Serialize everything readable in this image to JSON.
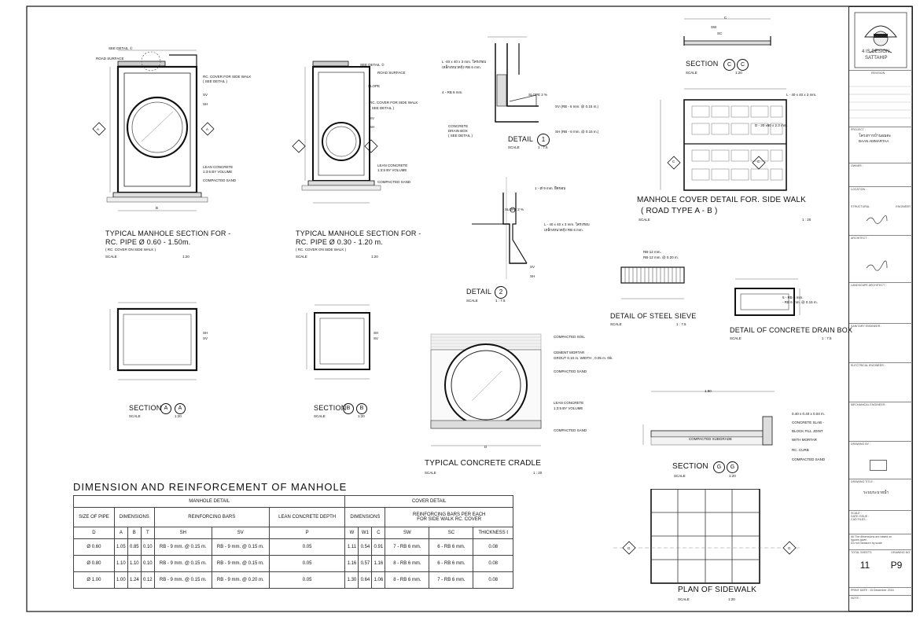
{
  "typical1": {
    "t1": "TYPICAL MANHOLE SECTION FOR -",
    "t2": "RC. PIPE Ø 0.60 - 1.50m.",
    "sub": "( RC. COVER ON SIDE WALK )",
    "scale": "SCALE",
    "ratio": "1:20"
  },
  "typical2": {
    "t1": "TYPICAL MANHOLE SECTION FOR -",
    "t2": "RC. PIPE Ø 0.30 - 1.20 m.",
    "sub": "( RC. COVER ON SIDE WALK )",
    "scale": "SCALE",
    "ratio": "1:20"
  },
  "m1_notes": {
    "see_detail": "SEE DETAIL ①",
    "road_surface": "ROAD SURFACE",
    "cover": "RC. COVER FOR SIDE WALK",
    "see_detail2": "( SEE DETAIL )",
    "sv": "SV",
    "sh": "SH",
    "lean": "LEAN CONCRETE",
    "vol": "1:3:6 BY VOLUME",
    "compacted": "COMPACTED SAND",
    "label_a": "A",
    "label_b": "B",
    "label_t": "T"
  },
  "m2_notes": {
    "see_detail": "SEE DETAIL ②",
    "road_surface": "ROAD SURFACE",
    "slope": "SLOPE",
    "cover": "RC. COVER FOR SIDE WALK",
    "see_detail2": "( SEE DETAIL )",
    "sv": "SV",
    "sh": "SH",
    "lean": "LEAN CONCRETE",
    "vol": "1:3:5 BY VOLUME",
    "compacted": "COMPACTED SAND"
  },
  "detail1": {
    "title": "DETAIL",
    "num": "1",
    "scale": "SCALE",
    "ratio": "1 : 7.5",
    "angle": "L -40 x 40 x 3 mm. โครงรอบ",
    "rebar": "เหล็กงหนวดกุ้ง RB 6 mm.",
    "rb": "4 - RB 6 mm.",
    "slope": "SLOPE 2 %",
    "sv": "SV (RB - 6 mm. @ 0.15 m.)",
    "sh": "SH (RB - 6 mm. @ 0.15 m.)",
    "drain": "CONCRETE",
    "drain2": "DRAIN BOX",
    "drain3": "( SEE DETAIL )"
  },
  "detail2": {
    "title": "DETAIL",
    "num": "2",
    "scale": "SCALE",
    "ratio": "1 : 7.5",
    "bar": "1 - Ø 9 mm. ยึดขอบ",
    "slope": "SLOPE 2 %",
    "angle": "L - 40 x 40 x 3 mm. โครงรอบ",
    "rebar": "เหล็กงหนวดกุ้ง RB 6 mm.",
    "sv": "SV",
    "sh": "SH"
  },
  "sectionC": {
    "title": "SECTION",
    "label": "C",
    "scale": "SCALE",
    "ratio": "1:20",
    "sw": "SW",
    "sc": "SC",
    "c": "C"
  },
  "cover": {
    "title1": "MANHOLE COVER DETAIL FOR. SIDE WALK",
    "title2": "( ROAD TYPE A - B )",
    "scale": "SCALE",
    "ratio": "1 : 20",
    "angle": "L - 40 x 40 x 3 mm.",
    "plate": "D - 30 x60 x 2.3 mm.",
    "c": "C"
  },
  "sieve": {
    "title": "DETAIL OF STEEL SIEVE",
    "scale": "SCALE",
    "ratio": "1 : 7.5",
    "rb1": "RB-12 mm.",
    "rb2": "RB-12 mm. @ 0.20 m."
  },
  "drainbox": {
    "title": "DETAIL  OF CONCRETE DRAIN BOX",
    "scale": "SCALE",
    "ratio": "1 : 7.5",
    "rb1": "5 - RB 6 mm.",
    "rb2": "- RB 6 mm. @ 0.15 m."
  },
  "secA": {
    "title": "SECTION",
    "label": "A",
    "scale": "SCALE",
    "ratio": "1:20",
    "sh": "SH",
    "sv": "SV"
  },
  "secB": {
    "title": "SECTION",
    "label": "B",
    "scale": "SCALE",
    "ratio": "1:20",
    "sh": "SH",
    "sv": "SV"
  },
  "cradle": {
    "title": "TYPICAL CONCRETE CRADLE",
    "scale": "SCALE",
    "ratio": "1 : 20",
    "soil": "COMPACTED SOIL",
    "mortar": "CEMENT MORTAR",
    "grout": "GROUT 0.10 m. WIDTH , 0.05 m. thk.",
    "sand": "COMPACTED SAND",
    "lean": "LEAN CONCRETE",
    "vol": "1:3:5 BY VOLUME",
    "sand2": "COMPACTED SAND",
    "d": "D"
  },
  "secG": {
    "title": "SECTION",
    "label": "G",
    "scale": "SCALE",
    "ratio": "1:20",
    "slab": "0.40 x 0.40 x 0.04 m.",
    "slab2": "CONCRETE SLAB -",
    "slab3": "BLOCK FILL JOINT",
    "slab4": "WITH MORTAR",
    "curb": "RC. CURB",
    "sand": "COMPACTED SAND",
    "subgrade": "COMPACTED SUBGRADE",
    "dim": "1.80"
  },
  "plan": {
    "title": "PLAN OF SIDEWALK",
    "scale": "SCALE",
    "ratio": "1:20",
    "g": "G"
  },
  "table": {
    "title": "DIMENSION AND REINFORCEMENT OF MANHOLE",
    "h_manhole": "MANHOLE DETAIL",
    "h_cover": "COVER DETAIL",
    "h_size": "SIZE OF PIPE",
    "h_dims": "DIMENSIONS",
    "h_reinf": "REINFORCING BARS",
    "h_lean": "LEAN CONCRETE DEPTH",
    "h_cdims": "DIMENSIONS",
    "h_creinf": "REINFORCING BARS PER EACH",
    "h_creinf2": "FOR SIDE WALK RC. COVER",
    "cols": [
      "D",
      "A",
      "B",
      "T",
      "SH",
      "SV",
      "P",
      "W",
      "W1",
      "C",
      "SW",
      "SC",
      "THICKNESS t"
    ],
    "rows": [
      [
        "Ø 0.60",
        "1.05",
        "0.85",
        "0.10",
        "RB - 9 mm. @ 0.15 m.",
        "RB - 9 mm. @ 0.15 m.",
        "0.05",
        "1.11",
        "0.54",
        "0.91",
        "7 - RB 6 mm.",
        "6 - RB 6 mm.",
        "0.08"
      ],
      [
        "Ø 0.80",
        "1.10",
        "1.10",
        "0.10",
        "RB - 9 mm. @ 0.15 m.",
        "RB - 9 mm. @ 0.15 m.",
        "0.05",
        "1.16",
        "0.57",
        "1.16",
        "8 - RB 6 mm.",
        "6 - RB 6 mm.",
        "0.08"
      ],
      [
        "Ø 1.00",
        "1.00",
        "1.24",
        "0.12",
        "RB - 9 mm. @ 0.15 m.",
        "RB - 9 mm. @ 0.20 m.",
        "0.05",
        "1.30",
        "0.64",
        "1.06",
        "8 - RB 6 mm.",
        "7 - RB 6 mm.",
        "0.08"
      ]
    ]
  },
  "titleblock": {
    "logo1": "4 IS DESIGN",
    "logo2": "SATTAHIP",
    "revision": "REVISION",
    "project": "PROJECT :",
    "project_th": "โครงการบ้านอมตะ",
    "project_en": "BAAN  AMMARTAA",
    "owner": "OWNER :",
    "location": "LOCATION :",
    "structural": "STRUCTURAL",
    "engineer": "ENGINEER",
    "architect": "ARCHITECT :",
    "landscape": "LANDSCAPE ARCHITECT :",
    "sanitary": "SANITARY ENGINEER :",
    "electrical": "ELECTRICAL ENGINEER :",
    "mechanical": "MECHANICAL ENGINEER :",
    "drawn": "DRAWING BY :",
    "drawing_title": "DRAWING TITLE :",
    "dtitle_th": "ระบบระบายน้ำ",
    "scale": "SCALE :",
    "date": "DATE ISSUE :",
    "cad": "CAD FILES :",
    "note1": "All The dimensions are based on",
    "note2": "figures given",
    "note3": "Do not measure by scale",
    "total_sheets": "TOTAL SHEETS",
    "drawing_no": "DRAWING NO.",
    "sheets": "11",
    "dno": "P9",
    "print": "PRINT DATE : 15 December 2016",
    "notes": "NOTE :"
  }
}
